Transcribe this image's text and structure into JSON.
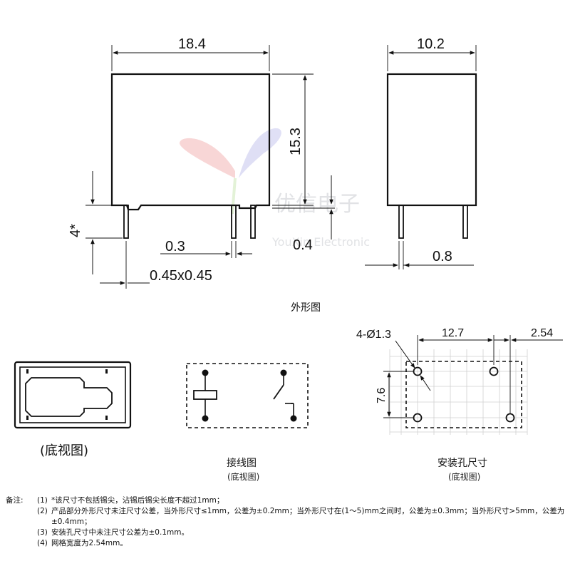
{
  "front_view": {
    "width": "18.4",
    "height": "15.3",
    "pin_length": "4*",
    "pin_thickness": "0.3",
    "pin_section": "0.45x0.45",
    "pin_gap": "0.4"
  },
  "side_view": {
    "width": "10.2",
    "pin_offset": "0.8"
  },
  "watermark": {
    "cn": "优信电子",
    "en": "YouXin Electronic"
  },
  "outline_caption": "外形图",
  "bottom_view_caption": "(底视图)",
  "wiring": {
    "title": "接线图",
    "subtitle": "(底视图)"
  },
  "holes": {
    "title": "安装孔尺寸",
    "subtitle": "(底视图)",
    "hole_spec": "4-Ø1.3",
    "spacing_x": "12.7",
    "grid": "2.54",
    "spacing_y": "7.6"
  },
  "notes": {
    "label": "备注:",
    "items": [
      {
        "num": "(1)",
        "text": "*该尺寸不包括锡尖，沾锡后锡尖长度不超过1mm；"
      },
      {
        "num": "(2)",
        "text": "产品部分外形尺寸未注尺寸公差，当外形尺寸≤1mm，公差为±0.2mm；当外形尺寸在(1～5)mm之间时，公差为±0.3mm；当外形尺寸>5mm，公差为±0.4mm；"
      },
      {
        "num": "(3)",
        "text": "安装孔尺寸中未注尺寸公差为±0.1mm。"
      },
      {
        "num": "(4)",
        "text": "网格宽度为2.54mm。"
      }
    ]
  }
}
